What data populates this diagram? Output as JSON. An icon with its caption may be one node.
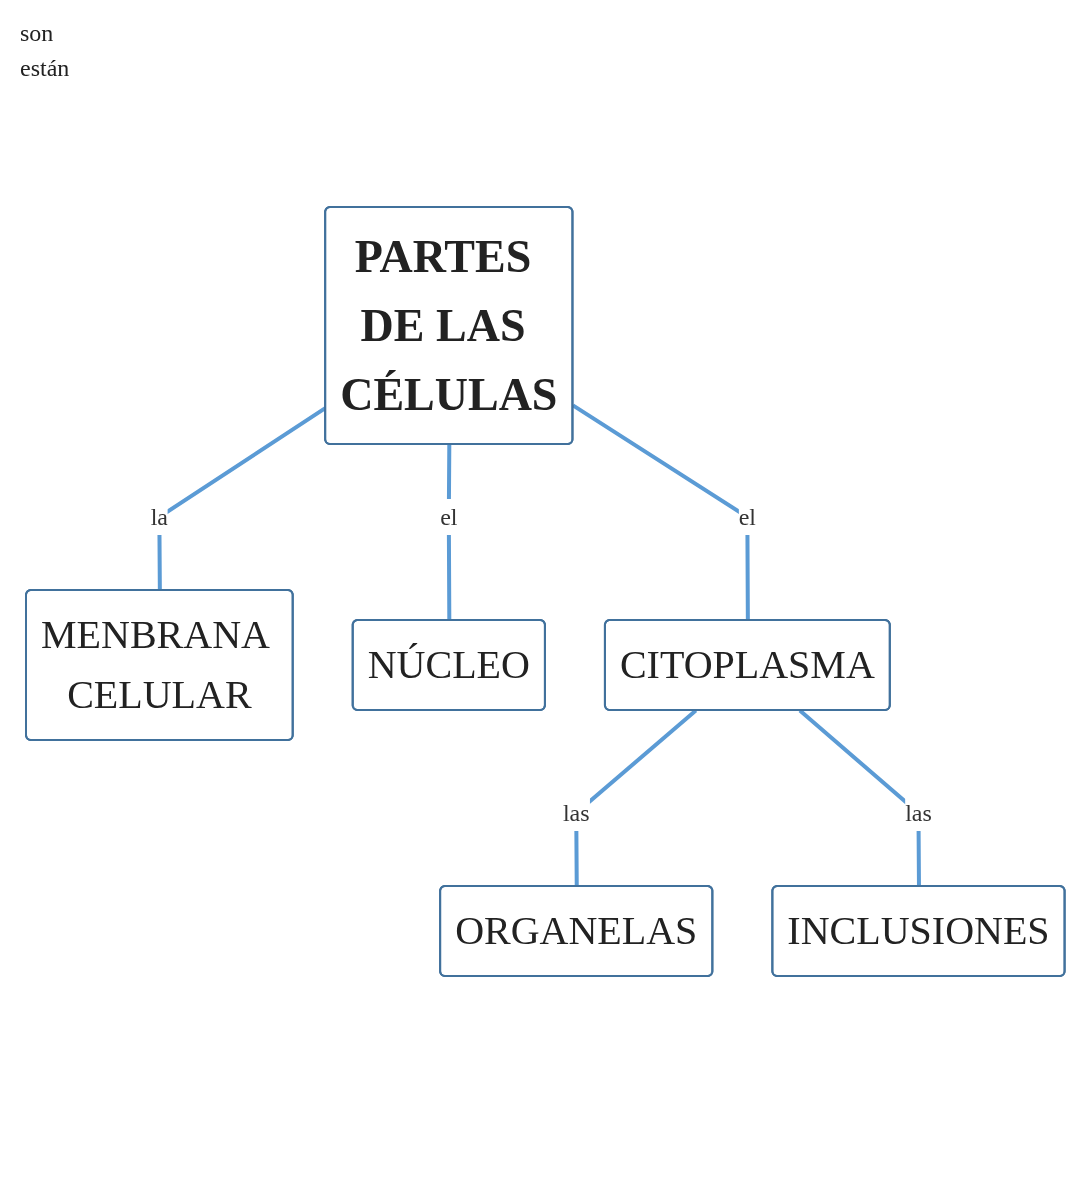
{
  "diagram": {
    "nodes": [
      {
        "text": [
          "PARTES DE LAS CÉLULAS"
        ]
      },
      {
        "text": [
          "MENBRANA CELULAR"
        ]
      },
      {
        "text": [
          "NÚCLEO"
        ]
      },
      {
        "text": [
          "CITOPLASMA"
        ]
      },
      {
        "text": [
          "ORGANELAS"
        ]
      },
      {
        "text": [
          "INCLUSIONES"
        ]
      }
    ],
    "edges": [
      {
        "from": 0,
        "to": 1,
        "arrow": "none",
        "label": "la"
      },
      {
        "from": 0,
        "to": 3,
        "arrow": "none",
        "label": "el"
      },
      {
        "from": 0,
        "to": 2,
        "arrow": "none",
        "label": "el"
      },
      {
        "from": 3,
        "to": 4,
        "arrow": "none",
        "label": "las"
      },
      {
        "from": 3,
        "to": 5,
        "arrow": "none",
        "label": "las"
      }
    ],
    "labels": [
      "son",
      "están"
    ]
  }
}
